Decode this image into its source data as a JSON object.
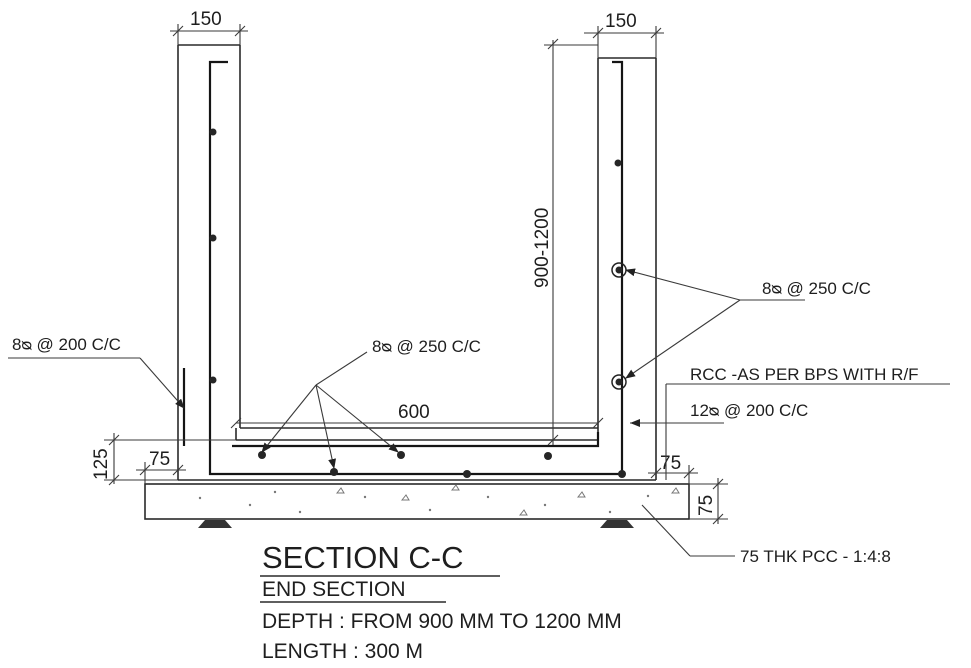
{
  "dimensions": {
    "left_wall_thickness": "150",
    "right_wall_thickness": "150",
    "wall_height": "900-1200",
    "inner_width": "600",
    "base_slab_thickness": "125",
    "pcc_projection_left": "75",
    "pcc_projection_right": "75",
    "pcc_thickness": "75"
  },
  "notes": {
    "left_wall_reinforcement": "8ᴓ @ 200 C/C",
    "base_reinforcement": "8ᴓ @ 250 C/C",
    "right_wall_reinforcement": "8ᴓ @ 250 C/C",
    "rcc_spec": "RCC -AS PER BPS WITH R/F",
    "main_bars": "12ᴓ @ 200 C/C",
    "pcc_spec": "75 THK PCC - 1:4:8"
  },
  "title_block": {
    "title": "SECTION  C-C",
    "subtitle": "END SECTION",
    "depth": "DEPTH : FROM 900 MM TO 1200 MM",
    "length": "LENGTH : 300 M"
  }
}
